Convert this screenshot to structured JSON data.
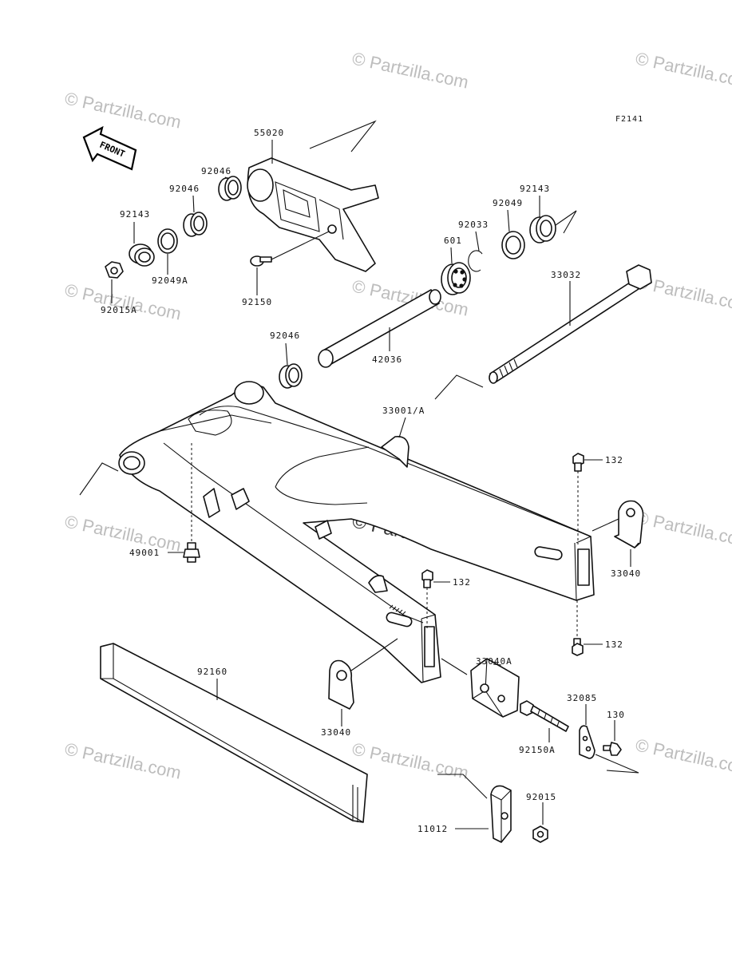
{
  "diagram": {
    "code": "F2141",
    "front_label": "FRONT",
    "watermark": "© Partzilla.com",
    "labels": {
      "p55020": "55020",
      "p92046_a": "92046",
      "p92046_b": "92046",
      "p92143_left": "92143",
      "p92049A": "92049A",
      "p92015A": "92015A",
      "p92150": "92150",
      "p92143_right": "92143",
      "p92049": "92049",
      "p92033": "92033",
      "p601": "601",
      "p33032": "33032",
      "p92046_c": "92046",
      "p42036": "42036",
      "p33001A": "33001/A",
      "p132_a": "132",
      "p132_b": "132",
      "p132_c": "132",
      "p33040_right": "33040",
      "p49001": "49001",
      "p33040A": "33040A",
      "p92160": "92160",
      "p33040_bottom": "33040",
      "p32085": "32085",
      "p130": "130",
      "p92150A": "92150A",
      "p92015": "92015",
      "p11012": "11012"
    }
  }
}
